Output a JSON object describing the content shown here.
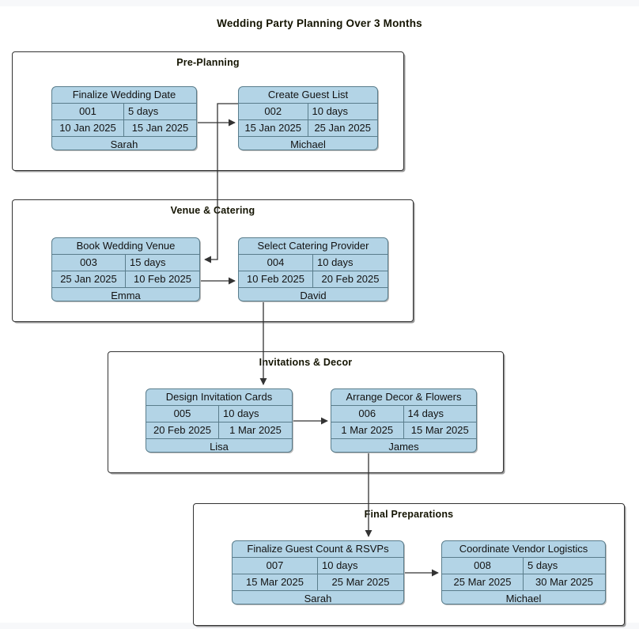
{
  "chart_data": {
    "type": "diagram",
    "diagram_kind": "gantt-flowchart",
    "title": "Wedding Party Planning Over 3 Months",
    "colors": {
      "node_fill": "#b3d4e6",
      "node_border": "#5a7d8c",
      "cluster_border": "#333333",
      "canvas": "#ffffff",
      "page": "#f7f8fa",
      "link": "#333333",
      "text": "#121212"
    },
    "clusters": [
      {
        "id": "pre-planning",
        "label": "Pre-Planning",
        "tasks": [
          "001",
          "002"
        ]
      },
      {
        "id": "venue-catering",
        "label": "Venue & Catering",
        "tasks": [
          "003",
          "004"
        ]
      },
      {
        "id": "invitations-decor",
        "label": "Invitations & Decor",
        "tasks": [
          "005",
          "006"
        ]
      },
      {
        "id": "final-preparations",
        "label": "Final Preparations",
        "tasks": [
          "007",
          "008"
        ]
      }
    ],
    "task_fields": [
      "name",
      "id",
      "duration",
      "start",
      "end",
      "owner"
    ],
    "tasks": [
      {
        "id": "001",
        "name": "Finalize Wedding Date",
        "duration": "5 days",
        "start": "10 Jan 2025",
        "end": "15 Jan 2025",
        "owner": "Sarah",
        "cluster": "pre-planning"
      },
      {
        "id": "002",
        "name": "Create Guest List",
        "duration": "10 days",
        "start": "15 Jan 2025",
        "end": "25 Jan 2025",
        "owner": "Michael",
        "cluster": "pre-planning"
      },
      {
        "id": "003",
        "name": "Book Wedding Venue",
        "duration": "15 days",
        "start": "25 Jan 2025",
        "end": "10 Feb 2025",
        "owner": "Emma",
        "cluster": "venue-catering"
      },
      {
        "id": "004",
        "name": "Select Catering Provider",
        "duration": "10 days",
        "start": "10 Feb 2025",
        "end": "20 Feb 2025",
        "owner": "David",
        "cluster": "venue-catering"
      },
      {
        "id": "005",
        "name": "Design Invitation Cards",
        "duration": "10 days",
        "start": "20 Feb 2025",
        "end": "1 Mar 2025",
        "owner": "Lisa",
        "cluster": "invitations-decor"
      },
      {
        "id": "006",
        "name": "Arrange Decor & Flowers",
        "duration": "14 days",
        "start": "1 Mar 2025",
        "end": "15 Mar 2025",
        "owner": "James",
        "cluster": "invitations-decor"
      },
      {
        "id": "007",
        "name": "Finalize Guest Count & RSVPs",
        "duration": "10 days",
        "start": "15 Mar 2025",
        "end": "25 Mar 2025",
        "owner": "Sarah",
        "cluster": "final-preparations"
      },
      {
        "id": "008",
        "name": "Coordinate Vendor Logistics",
        "duration": "5 days",
        "start": "25 Mar 2025",
        "end": "30 Mar 2025",
        "owner": "Michael",
        "cluster": "final-preparations"
      }
    ],
    "edges": [
      {
        "from": "001",
        "to": "002",
        "kind": "intra-cluster"
      },
      {
        "from": "002",
        "to": "003",
        "kind": "cross-cluster"
      },
      {
        "from": "003",
        "to": "004",
        "kind": "intra-cluster"
      },
      {
        "from": "004",
        "to": "005",
        "kind": "cross-cluster"
      },
      {
        "from": "005",
        "to": "006",
        "kind": "intra-cluster"
      },
      {
        "from": "006",
        "to": "007",
        "kind": "cross-cluster"
      },
      {
        "from": "007",
        "to": "008",
        "kind": "intra-cluster"
      }
    ]
  }
}
